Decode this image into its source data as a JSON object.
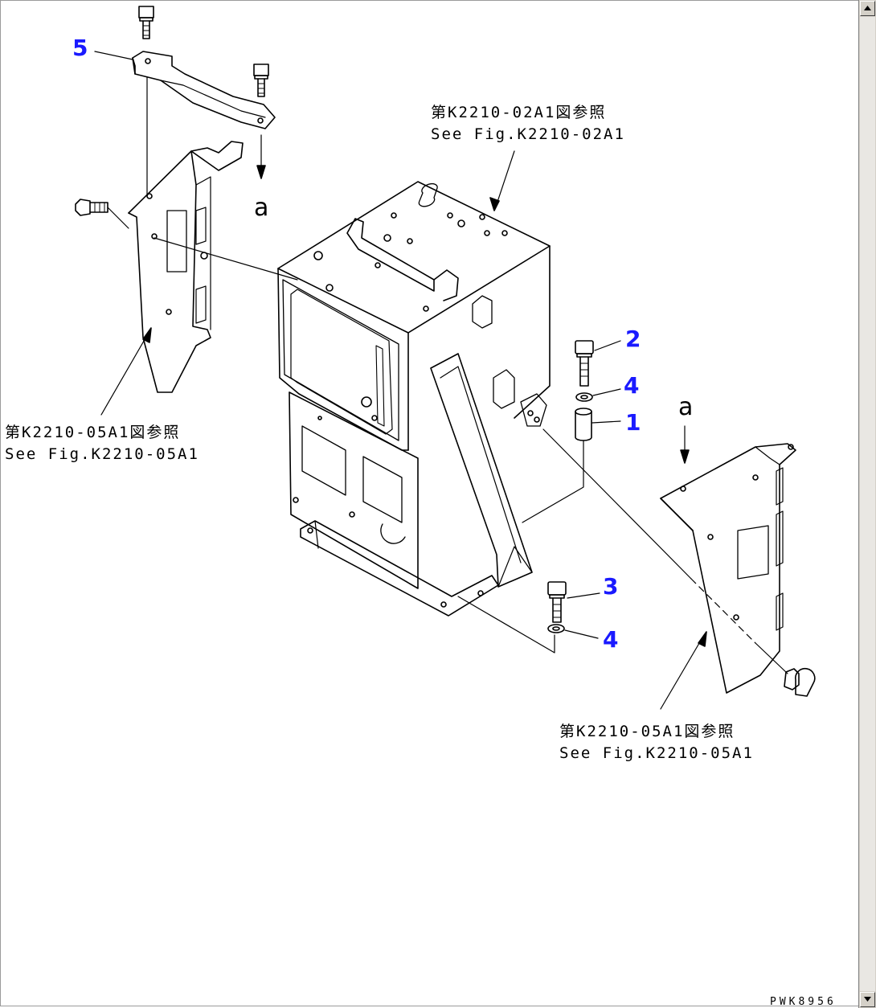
{
  "callouts": {
    "item1": "1",
    "item2": "2",
    "item3": "3",
    "item4a": "4",
    "item4b": "4",
    "item5": "5"
  },
  "view_markers": {
    "top_left": "a",
    "right": "a"
  },
  "references": {
    "top": {
      "jp": "第K2210-02A1図参照",
      "en": "See Fig.K2210-02A1"
    },
    "left": {
      "jp": "第K2210-05A1図参照",
      "en": "See Fig.K2210-05A1"
    },
    "bottom_right": {
      "jp": "第K2210-05A1図参照",
      "en": "See Fig.K2210-05A1"
    }
  },
  "drawing_code": "PWK8956",
  "icons": {
    "scroll_up": "triangle-up-icon",
    "scroll_down": "triangle-down-icon"
  },
  "colors": {
    "callout": "#1a1aff",
    "line": "#000000",
    "background": "#ffffff"
  }
}
